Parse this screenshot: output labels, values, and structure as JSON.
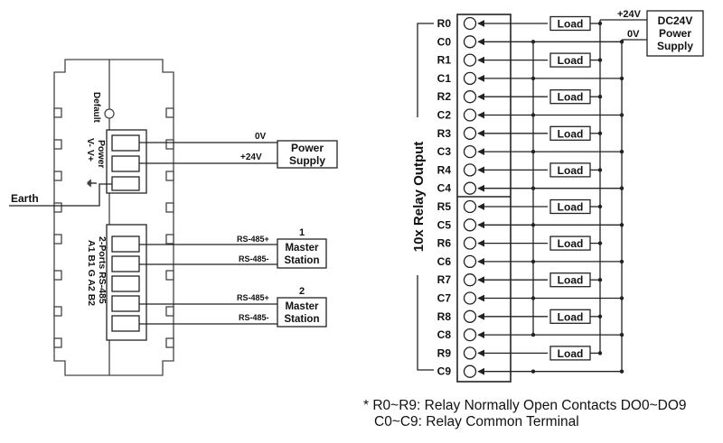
{
  "device": {
    "default_label": "Default",
    "power_pins": "V-  V+  ",
    "power_label": "Power",
    "earth_symbol": "⏚",
    "earth_label": "Earth",
    "rs485_pins": "A1  B1  G  A2  B2",
    "rs485_label": "2-Ports RS-485"
  },
  "power_supply": {
    "line1": "Power",
    "line2": "Supply",
    "wire_0v": "0V",
    "wire_24v": "+24V"
  },
  "masters": [
    {
      "number": "1",
      "line1": "Master",
      "line2": "Station",
      "plus": "RS-485+",
      "minus": "RS-485-"
    },
    {
      "number": "2",
      "line1": "Master",
      "line2": "Station",
      "plus": "RS-485+",
      "minus": "RS-485-"
    }
  ],
  "relay": {
    "group_label": "10x Relay Output",
    "terminals": [
      "R0",
      "C0",
      "R1",
      "C1",
      "R2",
      "C2",
      "R3",
      "C3",
      "R4",
      "C4",
      "R5",
      "C5",
      "R6",
      "C6",
      "R7",
      "C7",
      "R8",
      "C8",
      "R9",
      "C9"
    ],
    "load_label": "Load",
    "dc_supply": {
      "line1": "DC24V",
      "line2": "Power",
      "line3": "Supply"
    },
    "plus24": "+24V",
    "zero": "0V"
  },
  "footnote": {
    "line1": "* R0~R9: Relay Normally Open Contacts DO0~DO9",
    "line2": "C0~C9: Relay Common Terminal"
  }
}
